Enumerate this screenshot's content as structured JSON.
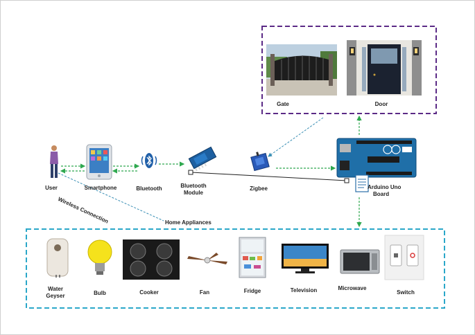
{
  "top_group": {
    "items": [
      {
        "label": "Gate"
      },
      {
        "label": "Door"
      }
    ]
  },
  "nodes": {
    "user": "User",
    "smartphone": "Smartphone",
    "bluetooth": "Bluetooth",
    "bt_module_line1": "Bluetooth",
    "bt_module_line2": "Module",
    "zigbee": "Zigbee",
    "arduino_line1": "Arduino Uno",
    "arduino_line2": "Board"
  },
  "connections": {
    "wireless": "Wireless Connection",
    "home_appliances": "Home Appliances"
  },
  "appliances": [
    {
      "line1": "Water",
      "line2": "Geyser"
    },
    {
      "line1": "Bulb"
    },
    {
      "line1": "Cooker"
    },
    {
      "line1": "Fan"
    },
    {
      "line1": "Fridge"
    },
    {
      "line1": "Television"
    },
    {
      "line1": "Microwave"
    },
    {
      "line1": "Switch"
    }
  ],
  "colors": {
    "top_box_border": "#5b2a86",
    "bottom_box_border": "#2aa7c9",
    "arrow_green": "#2fa84f",
    "arrow_blue": "#3a8fb5",
    "arduino_blue": "#1f6fa8"
  }
}
